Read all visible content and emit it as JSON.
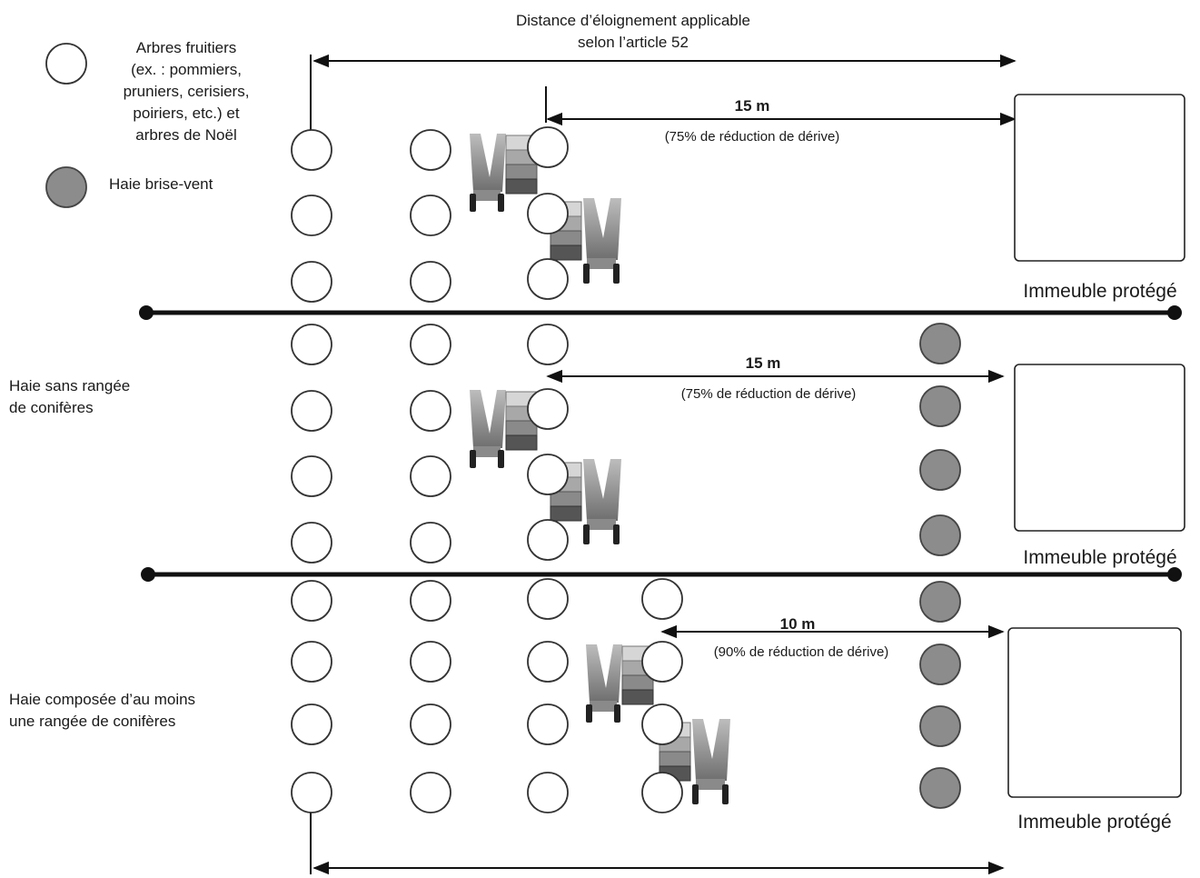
{
  "top_distance": {
    "line1": "Distance d’éloignement applicable",
    "line2": "selon l’article 52"
  },
  "legend": {
    "fruit_trees": {
      "icon": "white-circle-icon",
      "lines": [
        "Arbres fruitiers",
        "(ex. : pommiers,",
        "pruniers, cerisiers,",
        "poiriers, etc.) et",
        "arbres de Noël"
      ]
    },
    "windbreak": {
      "icon": "grey-circle-icon",
      "label": "Haie brise-vent",
      "color": "#8c8c8c"
    }
  },
  "sections": [
    {
      "distance": "15 m",
      "reduction": "(75% de réduction de dérive)",
      "building": "Immeuble protégé",
      "side_label": []
    },
    {
      "distance": "15 m",
      "reduction": "(75% de réduction de dérive)",
      "building": "Immeuble protégé",
      "side_label": [
        "Haie sans rangée",
        "de conifères"
      ]
    },
    {
      "distance": "10 m",
      "reduction": "(90% de réduction de dérive)",
      "building": "Immeuble protégé",
      "side_label": [
        "Haie composée d’au moins",
        "une rangée de conifères"
      ]
    }
  ],
  "colors": {
    "line": "#111111",
    "tree_fill": "#ffffff",
    "windbreak_fill": "#8c8c8c",
    "sprayer": "#9a9a9a"
  }
}
